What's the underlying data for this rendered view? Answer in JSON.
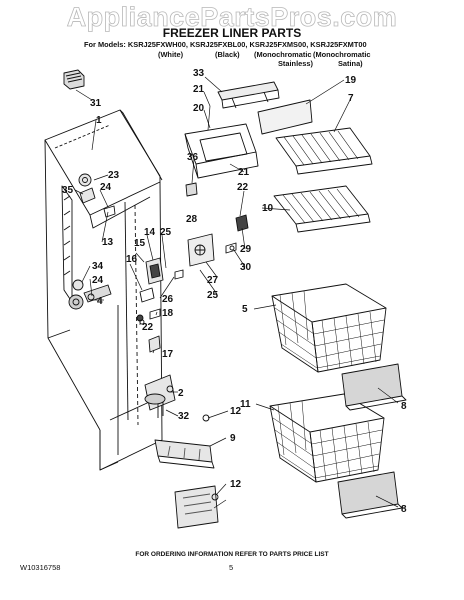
{
  "watermark": "AppliancePartsPros.com",
  "title": "FREEZER LINER PARTS",
  "models_line": "For Models: KSRJ25FXWH00, KSRJ25FXBL00, KSRJ25FXMS00, KSRJ25FXMT00",
  "variants": [
    "(White)",
    "(Black)",
    "(Monochromatic",
    "(Monochromatic",
    "Stainless)",
    "Satina)"
  ],
  "callouts": [
    "33",
    "21",
    "20",
    "19",
    "7",
    "31",
    "1",
    "36",
    "21",
    "22",
    "10",
    "23",
    "35",
    "24",
    "28",
    "14",
    "25",
    "13",
    "15",
    "16",
    "29",
    "30",
    "27",
    "25",
    "34",
    "24",
    "26",
    "4",
    "18",
    "5",
    "22",
    "17",
    "2",
    "32",
    "12",
    "11",
    "8",
    "9",
    "12",
    "8"
  ],
  "footer_note": "FOR ORDERING INFORMATION REFER TO PARTS PRICE LIST",
  "doc_number": "W10316758",
  "page_number": "5"
}
